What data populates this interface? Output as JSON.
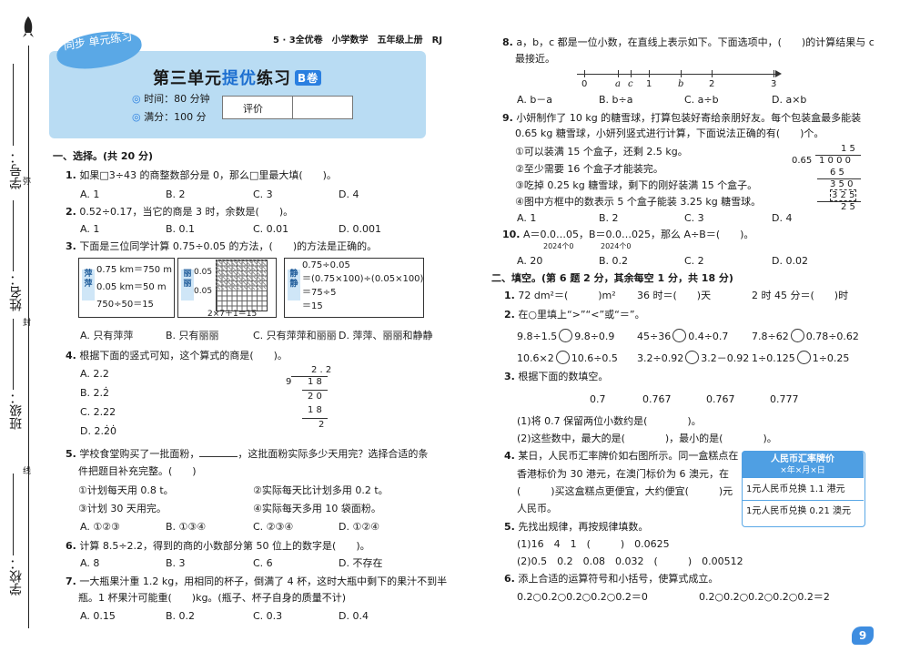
{
  "margin": {
    "student_id": "学号：",
    "name": "姓名：",
    "class": "班级：",
    "school": "学校：",
    "seal_1": "弥",
    "seal_2": "封",
    "seal_3": "线"
  },
  "header": {
    "series": "5 · 3全优卷　小学数学　五年级上册　RJ",
    "tag": "同步 单元练习",
    "title_a": "第三单元",
    "title_b": "提优",
    "title_c": "练习",
    "title_badge": "B卷",
    "time": "时间：80 分钟",
    "score": "满分：100 分",
    "eval": "评价"
  },
  "section1": {
    "heading": "一、选择。(共 20 分)",
    "q1": {
      "num": "1.",
      "text": "如果□3÷43 的商整数部分是 0，那么□里最大填(　　)。",
      "opts": [
        "A. 1",
        "B. 2",
        "C. 3",
        "D. 4"
      ]
    },
    "q2": {
      "num": "2.",
      "text": "0.52÷0.17，当它的商是 3 时，余数是(　　)。",
      "opts": [
        "A. 1",
        "B. 0.1",
        "C. 0.01",
        "D. 0.001"
      ]
    },
    "q3": {
      "num": "3.",
      "text": "下面是三位同学计算 0.75÷0.05 的方法，(　　)的方法是正确的。",
      "p1_name": "萍萍",
      "p1_lines": [
        "0.75 km＝750 m",
        "0.05 km＝50 m",
        "750÷50＝15"
      ],
      "p2_name": "丽丽",
      "p2_label": "0.05",
      "p2_eq": "2×7＋1＝15",
      "p3_name": "静静",
      "p3_lines": [
        "0.75÷0.05",
        "＝(0.75×100)÷(0.05×100)",
        "＝75÷5",
        "＝15"
      ],
      "opts": [
        "A. 只有萍萍",
        "B. 只有丽丽",
        "C. 只有萍萍和丽丽",
        "D. 萍萍、丽丽和静静"
      ]
    },
    "q4": {
      "num": "4.",
      "text": "根据下面的竖式可知，这个算式的商是(　　)。",
      "opts": [
        "A. 2.2",
        "B. 2.2̇",
        "C. 2.22",
        "D. 2.2̇0̇"
      ],
      "calc": [
        "2 . 2",
        "9",
        "1 8",
        "2 0",
        "1 8",
        "2"
      ]
    },
    "q5": {
      "num": "5.",
      "text_a": "学校食堂购买了一批面粉，",
      "text_b": "，这批面粉实际多少天用完？选择合适的条",
      "text_c": "件把题目补充完整。(　　)",
      "conds": [
        "①计划每天用 0.8 t。",
        "②实际每天比计划多用 0.2 t。",
        "③计划 30 天用完。",
        "④实际每天多用 10 袋面粉。"
      ],
      "opts": [
        "A. ①②③",
        "B. ①③④",
        "C. ②③④",
        "D. ①②④"
      ]
    },
    "q6": {
      "num": "6.",
      "text": "计算 8.5÷2.2，得到的商的小数部分第 50 位上的数字是(　　)。",
      "opts": [
        "A. 8",
        "B. 3",
        "C. 6",
        "D. 不存在"
      ]
    },
    "q7": {
      "num": "7.",
      "text_a": "一大瓶果汁重 1.2 kg，用相同的杯子，倒满了 4 杯，这时大瓶中剩下的果汁不到半",
      "text_b": "瓶。1 杯果汁可能重(　　)kg。(瓶子、杯子自身的质量不计)",
      "opts": [
        "A. 0.15",
        "B. 0.2",
        "C. 0.3",
        "D. 0.4"
      ]
    }
  },
  "right": {
    "q8": {
      "num": "8.",
      "text_a": "a，b，c 都是一位小数，在直线上表示如下。下面选项中，(　　)的计算结果与 c",
      "text_b": "最接近。",
      "ticks": [
        "0",
        "a",
        "c",
        "1",
        "b",
        "2",
        "3"
      ],
      "opts": [
        "A. b－a",
        "B. b÷a",
        "C. a÷b",
        "D. a×b"
      ]
    },
    "q9": {
      "num": "9.",
      "lines": [
        "小妍制作了 10 kg 的糖雪球，打算包装好寄给亲朋好友。每个包装盒最多能装",
        "0.65 kg 糖雪球，小妍列竖式进行计算，下面说法正确的有(　　)个。",
        "①可以装满 15 个盒子，还剩 2.5 kg。",
        "②至少需要 16 个盒子才能装完。",
        "③吃掉 0.25 kg 糖雪球，剩下的刚好装满 15 个盒子。",
        "④图中方框中的数表示 5 个盒子能装 3.25 kg 糖雪球。"
      ],
      "calc": [
        "1 5",
        "0.65",
        "1 0 0 0",
        "6 5",
        "3 5 0",
        "3 2 5",
        "2 5"
      ],
      "opts": [
        "A. 1",
        "B. 2",
        "C. 3",
        "D. 4"
      ]
    },
    "q10": {
      "num": "10.",
      "text": "A＝0.0…05，B＝0.0…025，那么 A÷B＝(　　)。",
      "sub1": "2024个0",
      "sub2": "2024个0",
      "opts": [
        "A. 20",
        "B. 0.2",
        "C. 2",
        "D. 0.02"
      ]
    },
    "section2": "二、填空。(第 6 题 2 分，其余每空 1 分，共 18 分)",
    "f1": {
      "num": "1.",
      "a": "72 dm²＝(　　　)m²",
      "b": "36 时＝(　　)天",
      "c": "2 时 45 分＝(　　)时"
    },
    "f2": {
      "num": "2.",
      "text": "在○里填上“>”“<”或“＝”。",
      "rows": [
        [
          "9.8÷1.5",
          "9.8÷0.9",
          "45÷36",
          "0.4÷0.7",
          "7.8÷62",
          "0.78÷0.62"
        ],
        [
          "10.6×2",
          "10.6÷0.5",
          "3.2÷0.92",
          "3.2－0.92",
          "1÷0.125",
          "1÷0.25"
        ]
      ]
    },
    "f3": {
      "num": "3.",
      "text": "根据下面的数填空。",
      "nums": [
        "0.7̇",
        "0.76̇7̇",
        "0.7̇67̇",
        "0.777"
      ],
      "l1": "(1)将 0.7̇ 保留两位小数约是(　　　　)。",
      "l2": "(2)这些数中，最大的是(　　　　)，最小的是(　　　　)。"
    },
    "f4": {
      "num": "4.",
      "lines": [
        "某日，人民币汇率牌价如右图所示。同一盒糕点在",
        "香港标价为 30 港元，在澳门标价为 6 澳元，在",
        "(　　　)买这盒糕点更便宜，大约便宜(　　　)元",
        "人民币。"
      ],
      "rate_title": "人民币汇率牌价",
      "rate_date": "×年×月×日",
      "rate1": "1元人民币兑换 1.1 港元",
      "rate2": "1元人民币兑换 0.21 澳元"
    },
    "f5": {
      "num": "5.",
      "text": "先找出规律，再按规律填数。",
      "l1": "(1)16　4　1　(　　　)　0.0625",
      "l2": "(2)0.5　0.2　0.08　0.032　(　　　)　0.00512"
    },
    "f6": {
      "num": "6.",
      "text": "添上合适的运算符号和小括号，使算式成立。",
      "eq1": "0.2○0.2○0.2○0.2○0.2＝0",
      "eq2": "0.2○0.2○0.2○0.2○0.2＝2"
    }
  },
  "page_number": "9"
}
